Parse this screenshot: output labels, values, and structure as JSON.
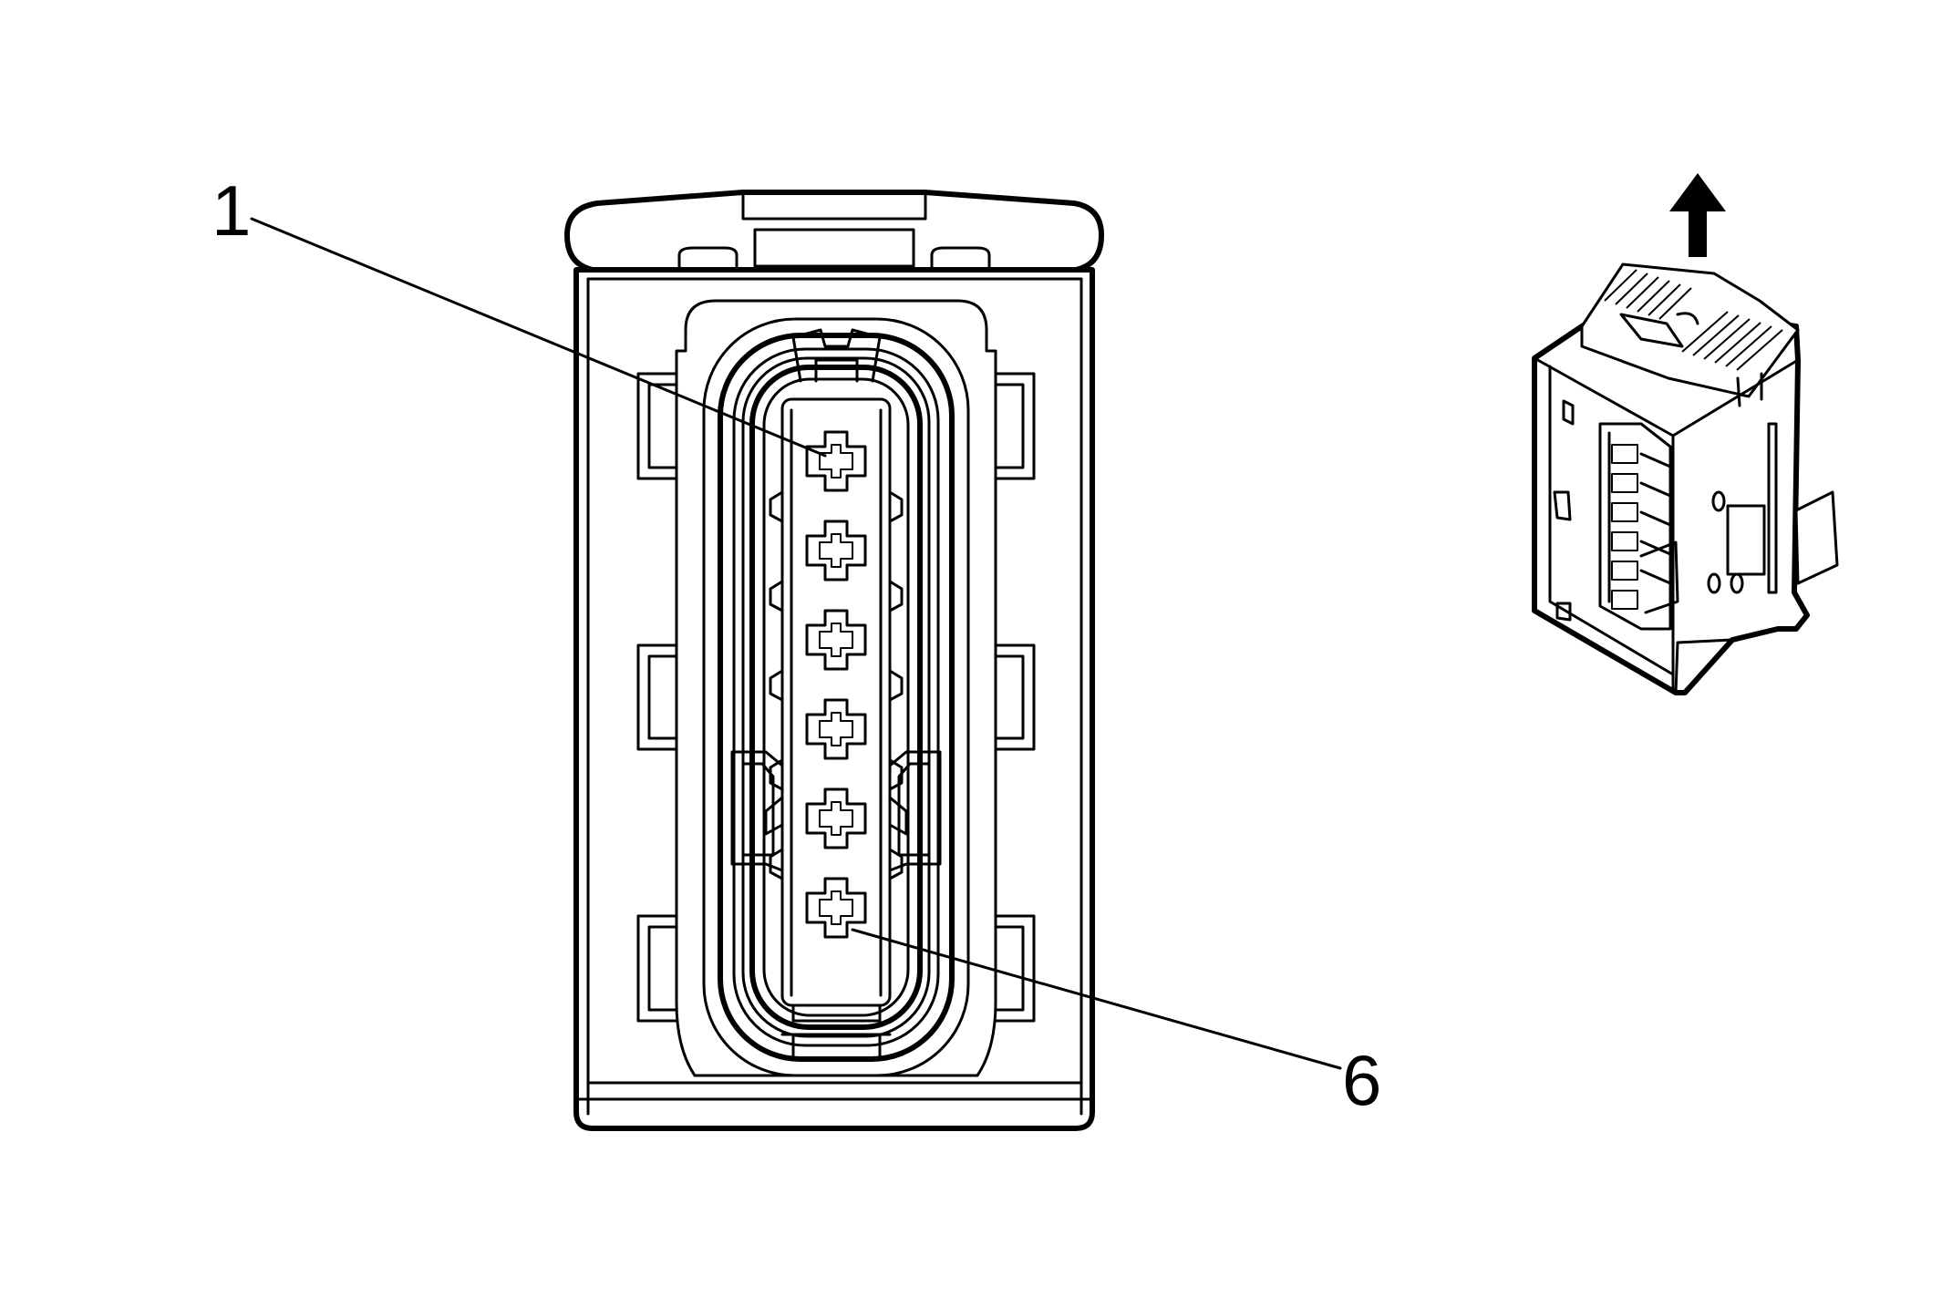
{
  "diagram": {
    "callouts": [
      {
        "id": "1",
        "label": "1"
      },
      {
        "id": "6",
        "label": "6"
      }
    ],
    "pin_count": 6,
    "colors": {
      "line": "#000000",
      "background": "#ffffff"
    },
    "icons": [
      "up-arrow-icon"
    ]
  }
}
